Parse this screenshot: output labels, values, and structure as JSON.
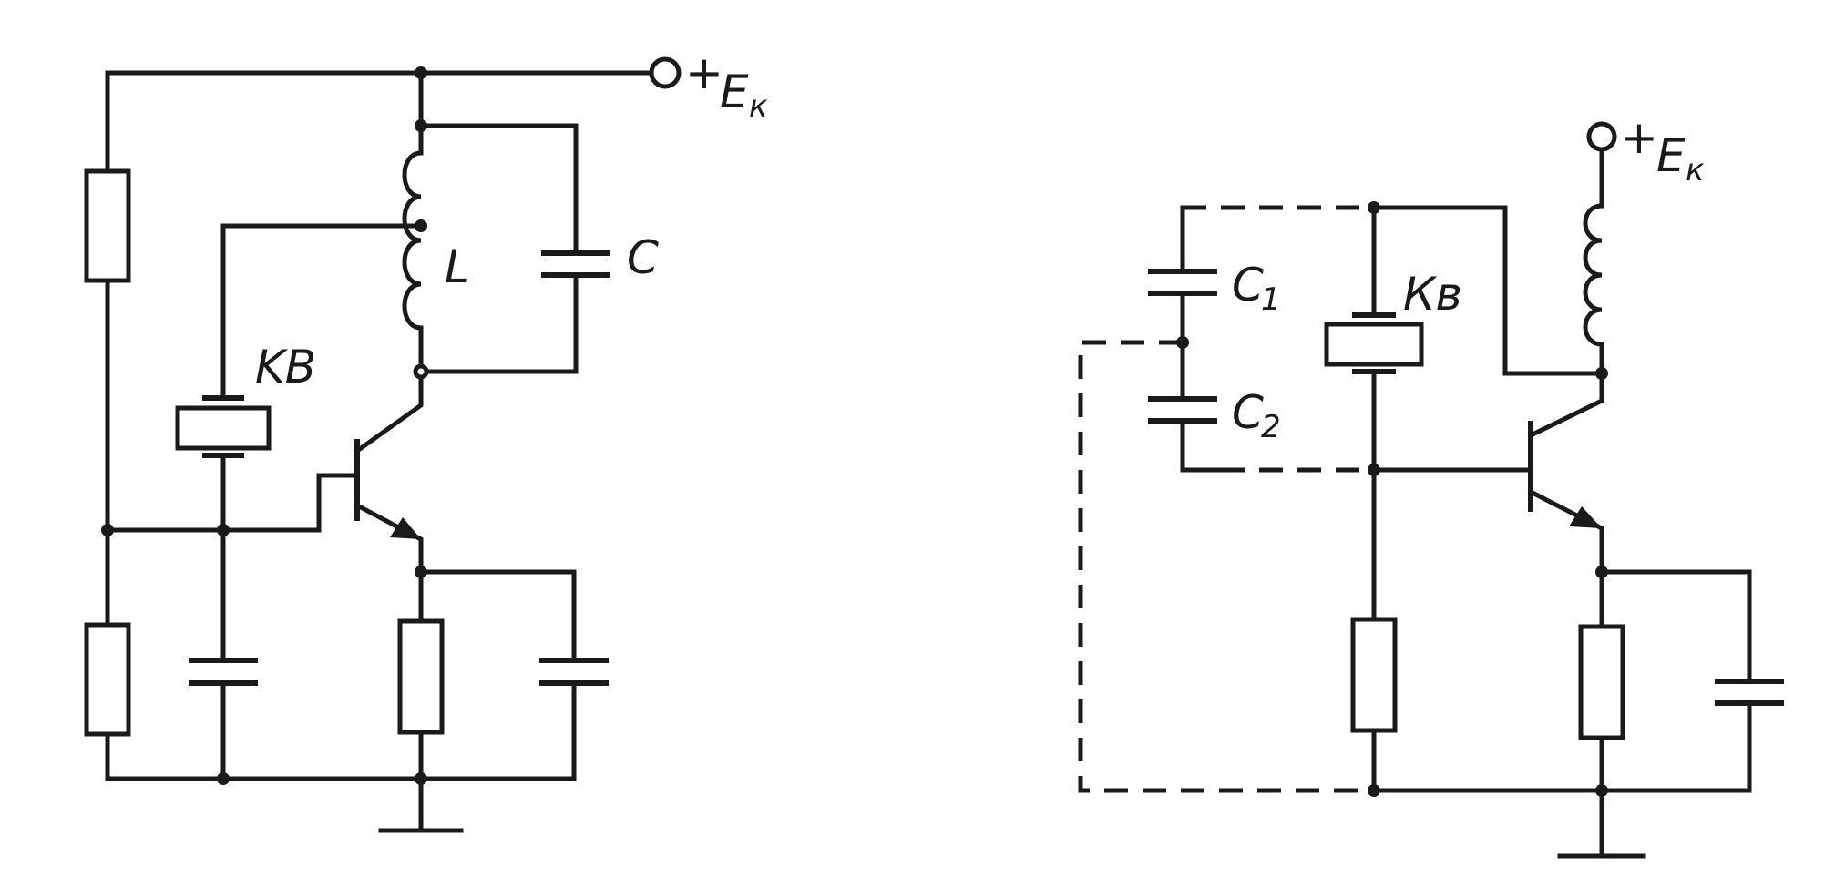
{
  "colors": {
    "ink": "#1a1a1a",
    "background": "#ffffff"
  },
  "left_circuit": {
    "supply_sign": "+",
    "supply_symbol": "E",
    "supply_subscript": "к",
    "inductor_label": "L",
    "capacitor_label": "C",
    "crystal_label": "KB"
  },
  "right_circuit": {
    "supply_sign": "+",
    "supply_symbol": "E",
    "supply_subscript": "к",
    "crystal_label": "Кв",
    "c1_symbol": "C",
    "c1_subscript": "1",
    "c2_symbol": "C",
    "c2_subscript": "2"
  }
}
